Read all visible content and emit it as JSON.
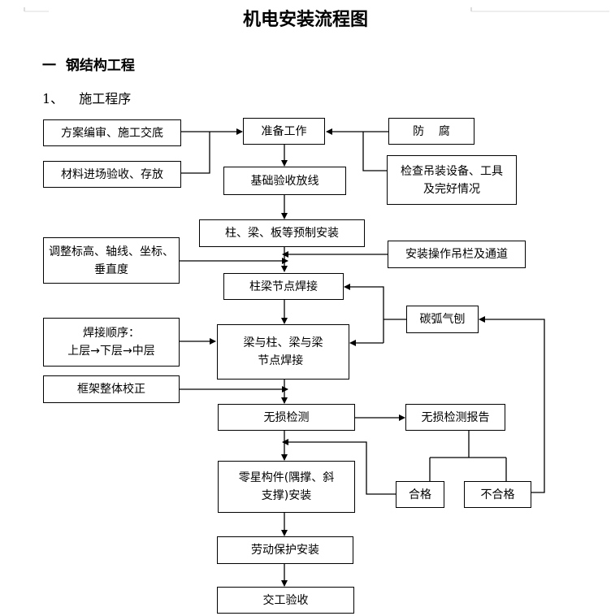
{
  "title": "机电安装流程图",
  "section_heading": {
    "number": "一",
    "text": "钢结构工程"
  },
  "subsection": {
    "number": "1、",
    "text": "施工程序"
  },
  "nodes": {
    "plan_briefing": "方案编审、施工交底",
    "prep_work": "准备工作",
    "anticorrosion": "防    腐",
    "material_acceptance": "材料进场验收、存放",
    "foundation_layout": "基础验收放线",
    "check_equipment": "检查吊装设备、工具\n及完好情况",
    "precast_install": "柱、梁、板等预制安装",
    "adjust_alignment": "调整标高、轴线、坐标、\n垂直度",
    "safety_rail": "安装操作吊栏及通道",
    "node_welding": "柱梁节点焊接",
    "carbon_arc": "碳弧气刨",
    "weld_order": "焊接顺序：\n上层→下层→中层",
    "beam_col_welding": "梁与柱、梁与梁\n    节点焊接",
    "frame_correction": "框架整体校正",
    "ndt": "无损检测",
    "ndt_report": "无损检测报告",
    "misc_members": "零星构件(隅撑、斜\n支撑)安装",
    "pass": "合格",
    "fail": "不合格",
    "labor_protection": "劳动保护安装",
    "handover": "交工验收"
  }
}
